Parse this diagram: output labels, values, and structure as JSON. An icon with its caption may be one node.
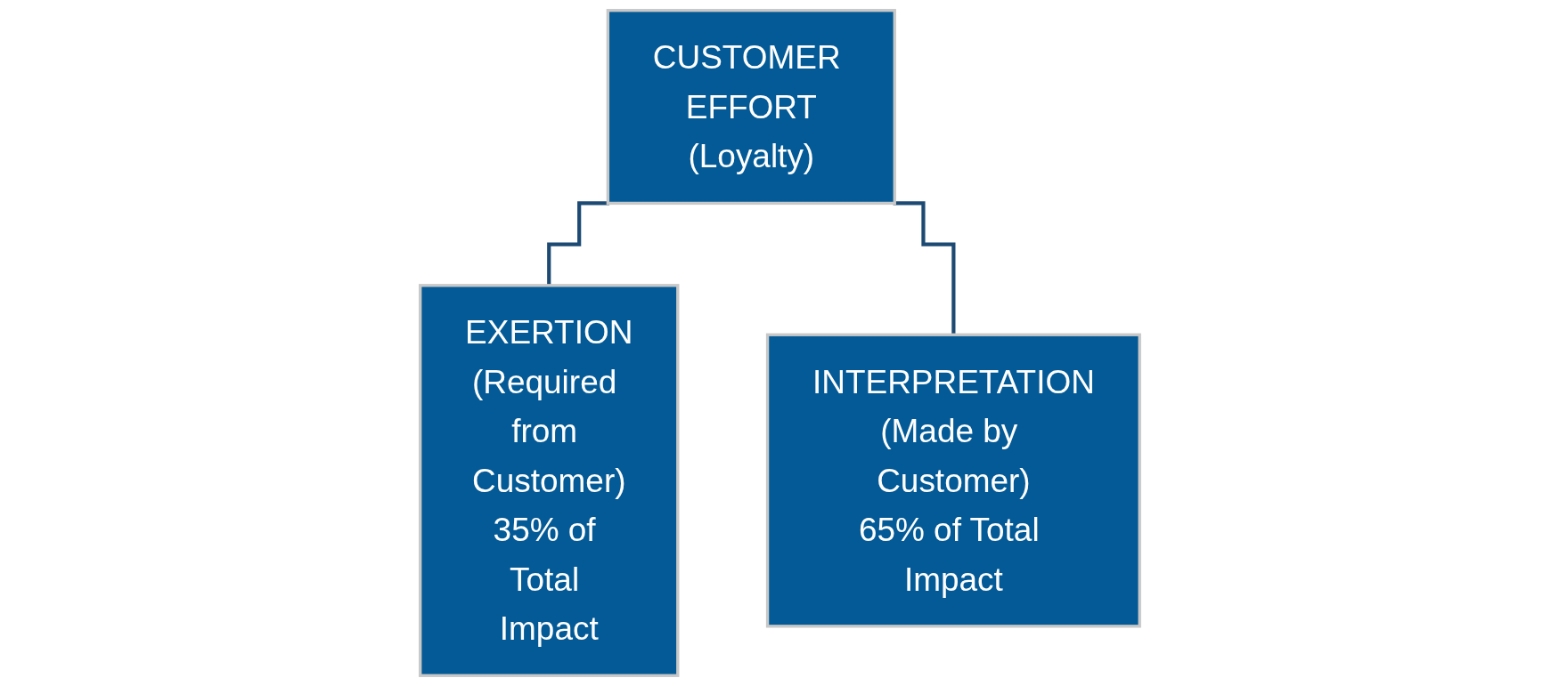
{
  "diagram": {
    "nodes": [
      {
        "text": [
          "CUSTOMER EFFORT",
          "(Loyalty)"
        ]
      },
      {
        "text": [
          "EXERTION",
          "(Required from Customer)",
          "35% of Total Impact"
        ]
      },
      {
        "text": [
          "INTERPRETATION",
          "(Made by Customer)",
          "65% of Total Impact"
        ]
      }
    ],
    "edges": [
      {
        "from": 0,
        "to": 1,
        "arrow": "none"
      },
      {
        "from": 0,
        "to": 2,
        "arrow": "none"
      }
    ]
  }
}
